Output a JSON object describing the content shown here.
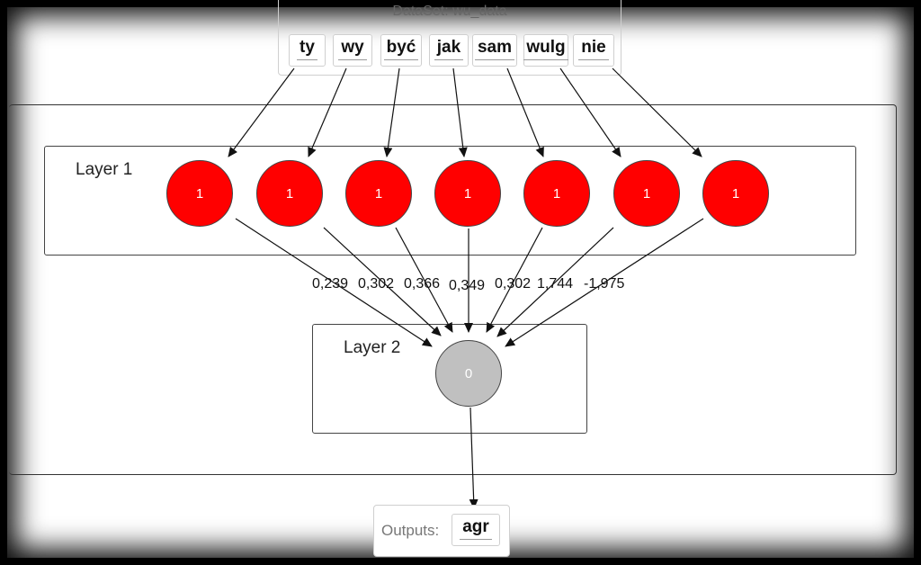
{
  "dataset": {
    "title": "DataSet: wu_data"
  },
  "inputs": [
    {
      "label": "ty"
    },
    {
      "label": "wy"
    },
    {
      "label": "być"
    },
    {
      "label": "jak"
    },
    {
      "label": "sam"
    },
    {
      "label": "wulg"
    },
    {
      "label": "nie"
    }
  ],
  "layer1": {
    "label": "Layer 1",
    "nodes": [
      "1",
      "1",
      "1",
      "1",
      "1",
      "1",
      "1"
    ]
  },
  "layer2": {
    "label": "Layer 2",
    "nodes": [
      "0"
    ]
  },
  "weights": [
    "0,239",
    "0,302",
    "0,366",
    "0,349",
    "0,302",
    "1,744",
    "-1,975"
  ],
  "outputs": {
    "label": "Outputs:",
    "value": "agr"
  },
  "colors": {
    "active_node": "#ff0000",
    "inactive_node": "#c0c0c0",
    "edge": "#111111"
  }
}
